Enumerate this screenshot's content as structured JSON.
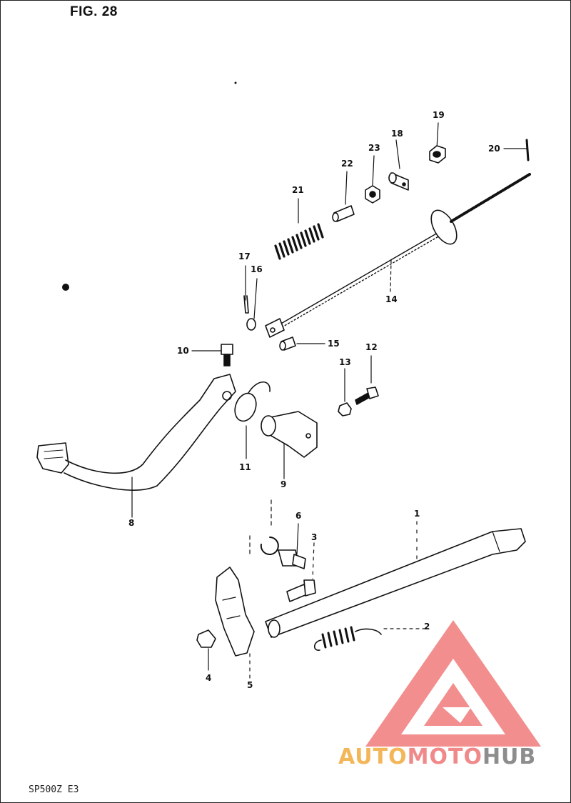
{
  "figure": {
    "title": "FIG. 28",
    "model": "SP500Z  E3"
  },
  "callouts": [
    {
      "id": "c1",
      "text": "1"
    },
    {
      "id": "c2",
      "text": "2"
    },
    {
      "id": "c3",
      "text": "3"
    },
    {
      "id": "c4",
      "text": "4"
    },
    {
      "id": "c5",
      "text": "5"
    },
    {
      "id": "c6",
      "text": "6"
    },
    {
      "id": "c8",
      "text": "8"
    },
    {
      "id": "c9",
      "text": "9"
    },
    {
      "id": "c10",
      "text": "10"
    },
    {
      "id": "c11",
      "text": "11"
    },
    {
      "id": "c12",
      "text": "12"
    },
    {
      "id": "c13",
      "text": "13"
    },
    {
      "id": "c14",
      "text": "14"
    },
    {
      "id": "c15",
      "text": "15"
    },
    {
      "id": "c16",
      "text": "16"
    },
    {
      "id": "c17",
      "text": "17"
    },
    {
      "id": "c18",
      "text": "18"
    },
    {
      "id": "c19",
      "text": "19"
    },
    {
      "id": "c20",
      "text": "20"
    },
    {
      "id": "c21",
      "text": "21"
    },
    {
      "id": "c22",
      "text": "22"
    },
    {
      "id": "c23",
      "text": "23"
    }
  ],
  "watermark": {
    "part1": "AUTO",
    "part2": "MOTO",
    "part3": "HUB"
  }
}
